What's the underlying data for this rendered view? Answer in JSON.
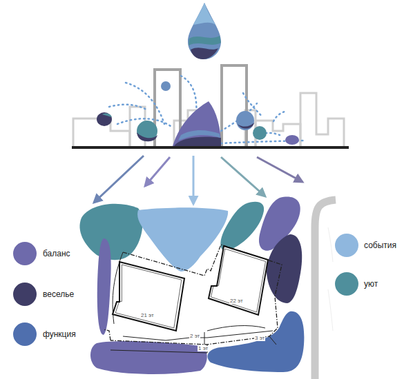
{
  "diagram": {
    "nodes": [
      {
        "text": [
          "21 эт"
        ]
      },
      {
        "text": [
          "22 эт"
        ]
      }
    ],
    "labels": [
      "2 эт",
      "1 эт",
      "3 эт"
    ],
    "legend": [
      {
        "text": "баланс",
        "color": "#6e6aab"
      },
      {
        "text": "веселье",
        "color": "#3f3d66"
      },
      {
        "text": "функция",
        "color": "#4f6fae"
      },
      {
        "text": "события",
        "color": "#8fb7de"
      },
      {
        "text": "уют",
        "color": "#4f8f9c"
      }
    ]
  }
}
